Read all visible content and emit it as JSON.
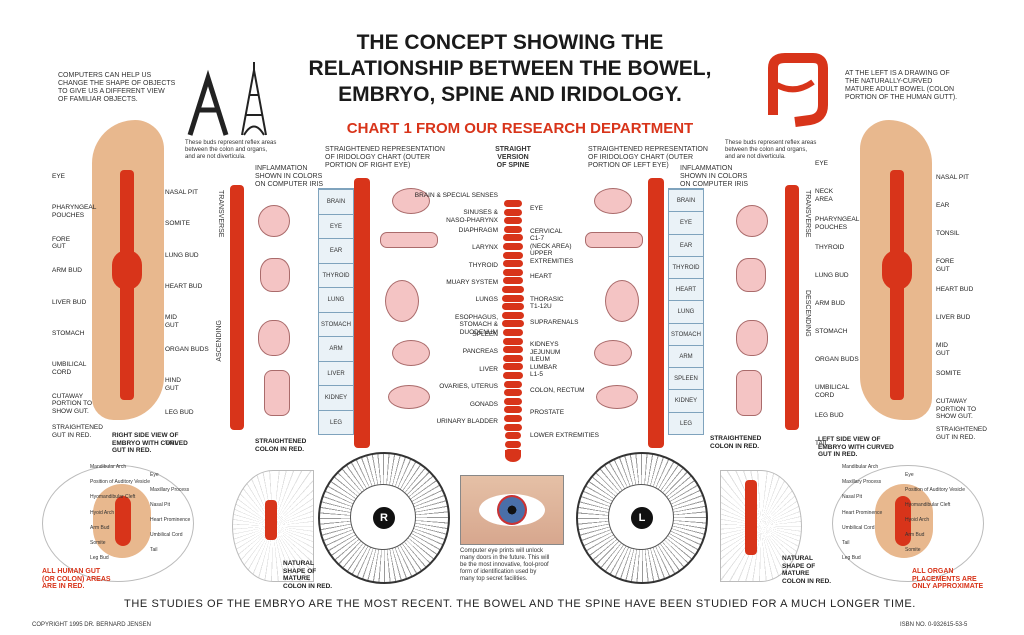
{
  "title": "THE CONCEPT SHOWING THE\nRELATIONSHIP BETWEEN THE BOWEL,\nEMBRYO, SPINE AND IRIDOLOGY.",
  "subtitle": "CHART 1 FROM OUR RESEARCH DEPARTMENT",
  "top_left_note": "COMPUTERS CAN HELP US\nCHANGE THE SHAPE OF OBJECTS\nTO GIVE US A DIFFERENT VIEW\nOF FAMILIAR OBJECTS.",
  "top_right_note": "AT THE LEFT IS A DRAWING OF\nTHE NATURALLY-CURVED\nMATURE ADULT BOWEL (COLON\nPORTION OF THE HUMAN GUTT).",
  "buds_note": "These buds represent reflex areas\nbetween the colon and organs,\nand are not diverticula.",
  "inflammation_note": "INFLAMMATION\nSHOWN IN COLORS\nON COMPUTER IRIS",
  "right_iris_heading": "STRAIGHTENED REPRESENTATION\nOF IRIDOLOGY CHART (OUTER\nPORTION OF RIGHT EYE)",
  "left_iris_heading": "STRAIGHTENED REPRESENTATION\nOF IRIDOLOGY CHART (OUTER\nPORTION OF LEFT EYE)",
  "spine_heading": "STRAIGHT\nVERSION\nOF SPINE",
  "transverse": "TRANSVERSE",
  "ascending": "ASCENDING",
  "descending": "DESCENDING",
  "left_embryo_labels": [
    "EYE",
    "NASAL PIT",
    "PHARYNGEAL\nPOUCHES",
    "SOMITE",
    "FORE\nGUT",
    "LUNG BUD",
    "ARM BUD",
    "HEART BUD",
    "LIVER BUD",
    "MID\nGUT",
    "STOMACH",
    "ORGAN BUDS",
    "UMBILICAL\nCORD",
    "HIND\nGUT",
    "CUTAWAY\nPORTION TO\nSHOW GUT.",
    "LEG BUD",
    "STRAIGHTENED\nGUT IN RED.",
    "TAIL"
  ],
  "right_embryo_labels": [
    "EYE",
    "NASAL PIT",
    "NECK\nAREA",
    "EAR",
    "PHARYNGEAL\nPOUCHES",
    "TONSIL",
    "THYROID",
    "FORE\nGUT",
    "LUNG BUD",
    "HEART BUD",
    "ARM BUD",
    "LIVER BUD",
    "STOMACH",
    "MID\nGUT",
    "ORGAN BUDS",
    "SOMITE",
    "UMBILICAL\nCORD",
    "CUTAWAY\nPORTION TO\nSHOW GUT.",
    "LEG BUD",
    "STRAIGHTENED\nGUT IN RED.",
    "TAIL"
  ],
  "right_iris_cells": [
    "BRAIN",
    "EYE",
    "EAR",
    "THYROID",
    "LUNG",
    "STOMACH",
    "ARM",
    "LIVER",
    "KIDNEY",
    "LEG"
  ],
  "left_iris_cells": [
    "BRAIN",
    "EYE",
    "EAR",
    "THYROID",
    "HEART",
    "LUNG",
    "STOMACH",
    "ARM",
    "SPLEEN",
    "KIDNEY",
    "LEG"
  ],
  "organ_labels": [
    "BRAIN & SPECIAL SENSES",
    "SINUSES &\nNASO-PHARYNX",
    "DIAPHRAGM",
    "LARYNX",
    "THYROID",
    "MUARY SYSTEM",
    "LUNGS",
    "ESOPHAGUS,\nSTOMACH &\nDUODENUM",
    "SPLEEN",
    "PANCREAS",
    "LIVER",
    "OVARIES, UTERUS",
    "GONADS",
    "URINARY BLADDER"
  ],
  "spine_labels": [
    "EYE",
    "CERVICAL\nC1-7\n(NECK AREA)",
    "UPPER\nEXTREMITIES",
    "HEART",
    "THORASIC\nT1-12U",
    "SUPRARENALS",
    "KIDNEYS\nJEJUNUM\nILEUM",
    "LUMBAR\nL1-5",
    "COLON, RECTUM",
    "PROSTATE",
    "LOWER EXTREMITIES"
  ],
  "straight_colon_left": "STRAIGHTENED\nCOLON IN RED.",
  "straight_colon_right": "STRAIGHTENED\nCOLON IN RED.",
  "right_side_view": "RIGHT SIDE VIEW OF\nEMBRYO WITH CURVED\nGUT IN RED.",
  "left_side_view": "LEFT SIDE VIEW OF\nEMBRYO WITH CURVED\nGUT IN RED.",
  "small_embryo_left_labels": [
    "Mandibular Arch",
    "Eye",
    "Position of Auditory Vesicle",
    "Maxillary Process",
    "Hyomandibular Cleft",
    "Nasal Pit",
    "Hyoid Arch",
    "Heart Prominence",
    "Arm Bud",
    "Umbilical Cord",
    "Somite",
    "Tail",
    "Leg Bud"
  ],
  "small_embryo_right_labels": [
    "Mandibular Arch",
    "Eye",
    "Maxillary Process",
    "Position of Auditory Vesicle",
    "Nasal Pit",
    "Hyomandibular Cleft",
    "Heart Prominence",
    "Hyoid Arch",
    "Umbilical Cord",
    "Arm Bud",
    "Tail",
    "Somite",
    "Leg Bud"
  ],
  "natural_shape_left": "NATURAL\nSHAPE OF\nMATURE\nCOLON IN RED.",
  "natural_shape_right": "NATURAL\nSHAPE OF\nMATURE\nCOLON IN RED.",
  "all_gut_note": "ALL HUMAN GUT\n(OR COLON) AREAS\nARE IN RED.",
  "all_organ_note": "ALL ORGAN\nPLACEMENTS ARE\nONLY APPROXIMATE",
  "computer_eye_note": "Computer eye prints will unlock\nmany doors in the future. This will\nbe the most innovative, fool-proof\nform of identification used by\nmany top secret facilities.",
  "iris_right_letter": "R",
  "iris_left_letter": "L",
  "bottom_statement": "THE STUDIES OF THE EMBRYO ARE THE MOST RECENT. THE BOWEL AND THE SPINE HAVE BEEN STUDIED FOR A MUCH LONGER TIME.",
  "copyright": "COPYRIGHT 1995 DR. BERNARD JENSEN",
  "isbn": "ISBN NO. 0-932615-53-5",
  "colors": {
    "red": "#d8341a",
    "embryo": "#e8b88e",
    "iris_blue": "#eaf2f7",
    "text": "#222222"
  }
}
